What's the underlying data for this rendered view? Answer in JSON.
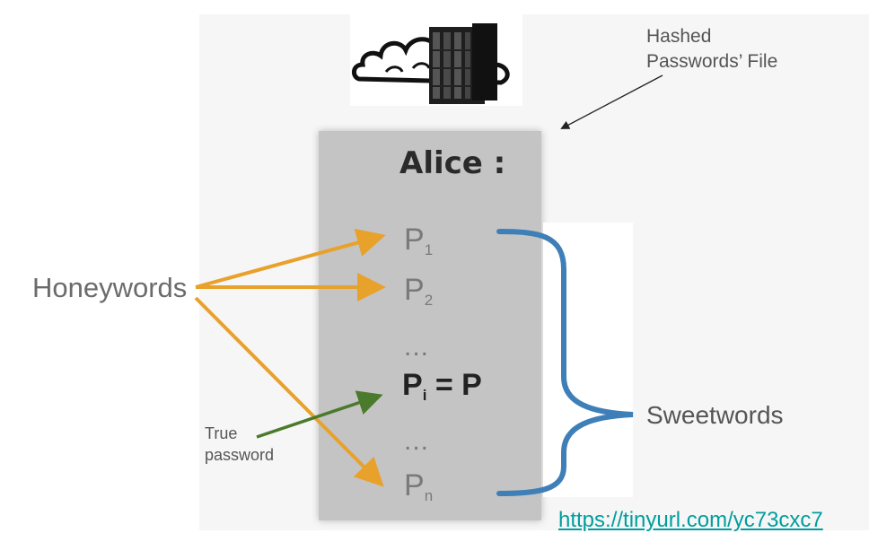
{
  "file_label": {
    "line1": "Hashed",
    "line2": "Passwords’ File"
  },
  "user": "Alice :",
  "passwords": {
    "p1_base": "P",
    "p1_sub": "1",
    "p2_base": "P",
    "p2_sub": "2",
    "dots1": "...",
    "pi_base": "P",
    "pi_sub": "i",
    "pi_rest": " = P",
    "dots2": "...",
    "pn_base": "P",
    "pn_sub": "n"
  },
  "honeywords_label": "Honeywords",
  "sweetwords_label": "Sweetwords",
  "true_password": {
    "line1": "True",
    "line2": "password"
  },
  "link": "https://tinyurl.com/yc73cxc7",
  "icons": [
    "cloud-icon",
    "server-rack-icon"
  ],
  "colors": {
    "honey_arrow": "#e8a12b",
    "true_arrow": "#4c7a2c",
    "brace": "#3f7fb8",
    "file_box": "#c4c4c4",
    "link": "#009e9e"
  }
}
